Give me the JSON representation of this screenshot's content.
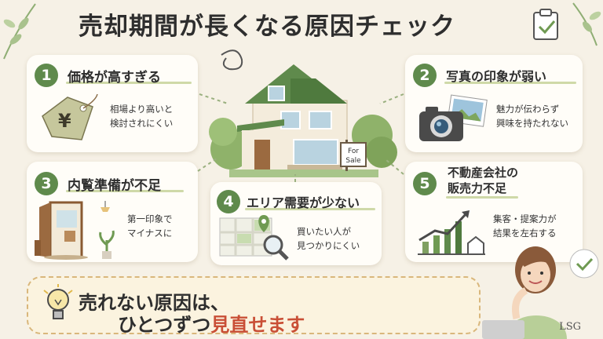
{
  "title": "売却期間が長くなる原因チェック",
  "cards": [
    {
      "num": "1",
      "title": "価格が高すぎる",
      "desc": [
        "相場より高いと",
        "検討されにくい"
      ],
      "icon": "price-tag-yen-icon"
    },
    {
      "num": "2",
      "title": "写真の印象が弱い",
      "desc": [
        "魅力が伝わらず",
        "興味を持たれない"
      ],
      "icon": "camera-photo-icon"
    },
    {
      "num": "3",
      "title": "内覧準備が不足",
      "desc": [
        "第一印象で",
        "マイナスに"
      ],
      "icon": "open-door-room-icon"
    },
    {
      "num": "4",
      "title": "エリア需要が少ない",
      "desc": [
        "買いたい人が",
        "見つかりにくい"
      ],
      "icon": "map-search-icon"
    },
    {
      "num": "5",
      "title": [
        "不動産会社の",
        "販売力不足"
      ],
      "desc": [
        "集客・提案力が",
        "結果を左右する"
      ],
      "icon": "growth-chart-house-icon"
    }
  ],
  "house_sign": [
    "For",
    "Sale"
  ],
  "bottom": {
    "line1": "売れない原因は、",
    "line2_a": "ひとつずつ",
    "line2_b": "見直せます"
  },
  "watermark": "LSG",
  "colors": {
    "accent_green": "#5f8a4c",
    "accent_red": "#c94f36",
    "background": "#f6f1e6"
  }
}
